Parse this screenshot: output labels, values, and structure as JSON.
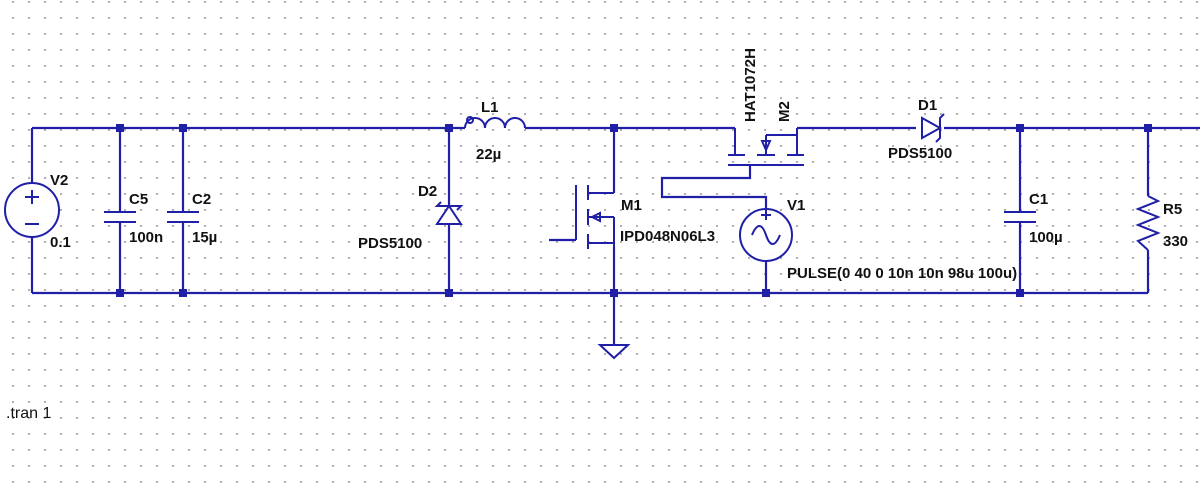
{
  "schematic": {
    "components": {
      "V2": {
        "name": "V2",
        "value": "0.1"
      },
      "C5": {
        "name": "C5",
        "value": "100n"
      },
      "C2": {
        "name": "C2",
        "value": "15µ"
      },
      "D2": {
        "name": "D2",
        "value": "PDS5100"
      },
      "L1": {
        "name": "L1",
        "value": "22µ"
      },
      "M1": {
        "name": "M1",
        "value": "IPD048N06L3"
      },
      "M2": {
        "name": "M2",
        "value": "HAT1072H"
      },
      "V1": {
        "name": "V1",
        "value": "PULSE(0 40 0 10n 10n 98u 100u)"
      },
      "D1": {
        "name": "D1",
        "value": "PDS5100"
      },
      "C1": {
        "name": "C1",
        "value": "100µ"
      },
      "R5": {
        "name": "R5",
        "value": "330"
      }
    },
    "directive": ".tran 1"
  }
}
